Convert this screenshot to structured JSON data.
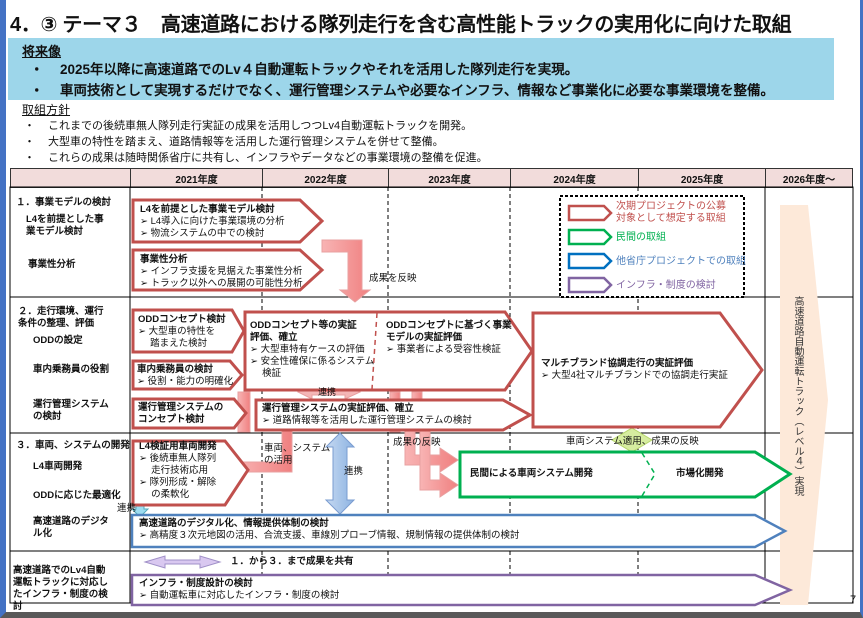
{
  "title": "4．③ テーマ３　高速道路における隊列走行を含む高性能トラックの実用化に向けた取組",
  "vision": {
    "heading": "将来像",
    "bullets": [
      "2025年以降に高速道路でのLv４自動運転トラックやそれを活用した隊列走行を実現。",
      "車両技術として実現するだけでなく、運行管理システムや必要なインフラ、情報など事業化に必要な事業環境を整備。"
    ]
  },
  "policy": {
    "heading": "取組方針",
    "bullets": [
      "これまでの後続車無人隊列走行実証の成果を活用しつつLv4自動運転トラックを開発。",
      "大型車の特性を踏まえ、道路情報等を活用した運行管理システムを併せて整備。",
      "これらの成果は随時関係省庁に共有し、インフラやデータなどの事業環境の整備を促進。"
    ]
  },
  "bullet": "・",
  "years": [
    "2021年度",
    "2022年度",
    "2023年度",
    "2024年度",
    "2025年度",
    "2026年度～"
  ],
  "sections": {
    "s1": {
      "title": "１．事業モデルの検討",
      "rows": [
        "L4を前提とした事業モデル検討",
        "事業性分析"
      ]
    },
    "s2": {
      "title": "２．走行環境、運行条件の整理、評価",
      "rows": [
        "ODDの設定",
        "車内乗務員の役割",
        "運行管理システムの検討"
      ]
    },
    "s3": {
      "title": "３．車両、システムの開発",
      "rows": [
        "L4車両開発",
        "ODDに応じた最適化",
        "高速道路のデジタル化"
      ]
    },
    "s4": {
      "title": "高速道路でのLv4自動運転トラックに対応したインフラ・制度の検討"
    }
  },
  "boxes": {
    "b1": {
      "title": "L4を前提とした事業モデル検討",
      "items": [
        "➢ L4導入に向けた事業環境の分析",
        "➢ 物流システムの中での検討"
      ]
    },
    "b2": {
      "title": "事業性分析",
      "items": [
        "➢ インフラ支援を見据えた事業性分析",
        "➢ トラック以外への展開の可能性分析"
      ]
    },
    "b3": {
      "title": "ODDコンセプト検討",
      "items": [
        "➢ 大型車の特性を",
        "　 踏まえた検討"
      ]
    },
    "b4": {
      "title": "車内乗務員の検討",
      "items": [
        "➢ 役割・能力の明確化"
      ]
    },
    "b5": {
      "title": "ODDコンセプト等の実証",
      "title2": "評価、確立",
      "items": [
        "➢ 大型車特有ケースの評価",
        "➢ 安全性確保に係るシステム",
        "　 検証"
      ]
    },
    "b6": {
      "title": "ODDコンセプトに基づく事業",
      "title2": "モデルの実証評価",
      "items": [
        "➢ 事業者による受容性検証"
      ]
    },
    "b7": {
      "title": "運行管理システムの",
      "title2": "コンセプト検討"
    },
    "b8": {
      "title": "運行管理システムの実証評価、確立",
      "items": [
        "➢ 道路情報等を活用した運行管理システムの検討"
      ]
    },
    "b9": {
      "title": "マルチブランド協調走行の実証評価",
      "items": [
        "➢ 大型4社マルチブランドでの協調走行実証"
      ]
    },
    "b10": {
      "title": "L4検証用車両開発",
      "items": [
        "➢ 後続車無人隊列",
        "　 走行技術応用",
        "➢ 隊列形成・解除",
        "　 の柔軟化"
      ]
    },
    "b11": {
      "left": "民間による車両システム開発",
      "right": "市場化開発"
    },
    "b12": {
      "title": "高速道路のデジタル化、情報提供体制の検討",
      "items": [
        "➢ 高精度３次元地図の活用、合流支援、車線別プローブ情報、規制情報の提供体制の検討"
      ]
    },
    "b13": {
      "title": "インフラ・制度設計の検討",
      "items": [
        "➢ 自動運転車に対応したインフラ・制度の検討"
      ]
    }
  },
  "notes": {
    "reflect1": "成果を反映",
    "renkei1": "連携",
    "renkei2": "連携",
    "renkei3": "連携",
    "vehicle_use": "車両、システム",
    "vehicle_use2": "の活用",
    "reflect2": "成果の反映",
    "apply": "車両システム適用、成果の反映",
    "share": "１．から３．まで成果を共有"
  },
  "goal": "高速道路自動運転トラック（レベル４）実現",
  "legend": [
    {
      "label": "次期プロジェクトの公募",
      "label2": "対象として想定する取組",
      "color": "#c0504d"
    },
    {
      "label": "民間の取組",
      "color": "#00b050"
    },
    {
      "label": "他省庁プロジェクトでの取組",
      "color": "#0070c0"
    },
    {
      "label": "インフラ・制度の検討",
      "color": "#8064a2"
    }
  ],
  "page_number": "7"
}
